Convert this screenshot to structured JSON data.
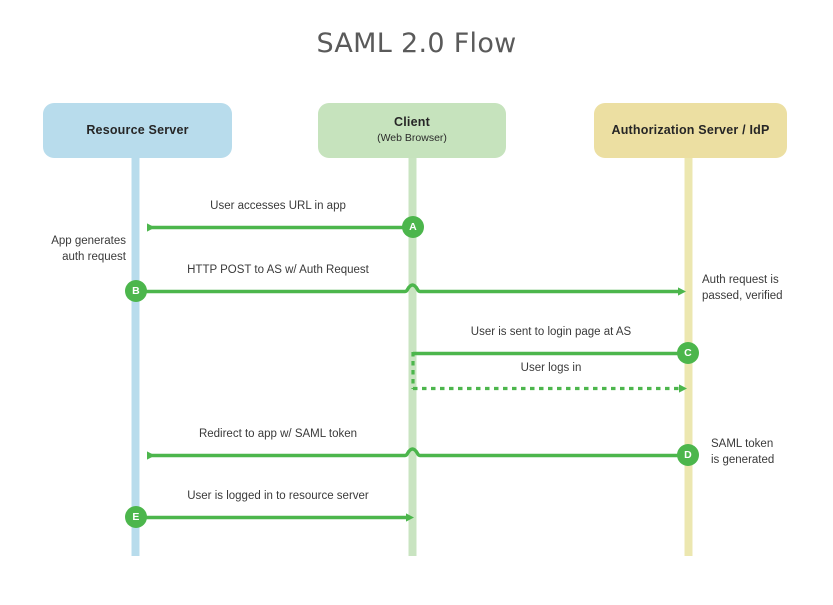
{
  "title": "SAML 2.0 Flow",
  "colors": {
    "arrow_green": "#4cb64c",
    "step_marker": "#4cb64c",
    "resource_server_fill": "#b8dcec",
    "resource_server_lifeline": "#b8dcec",
    "client_fill": "#c6e3bd",
    "client_lifeline": "#c9e4c1",
    "authorization_server_fill": "#ecdfa2",
    "authorization_server_lifeline": "#ece7b0",
    "title_text": "#5a5a5a",
    "body_text": "#3a3a3a",
    "background": "#ffffff"
  },
  "lanes": [
    {
      "id": "resource-server",
      "title": "Resource Server",
      "subtitle": ""
    },
    {
      "id": "client",
      "title": "Client",
      "subtitle": "(Web Browser)"
    },
    {
      "id": "authorization-server",
      "title": "Authorization Server / IdP",
      "subtitle": ""
    }
  ],
  "steps": [
    {
      "key": "A",
      "label": "User accesses URL in app",
      "from": "client",
      "to": "resource-server",
      "style": "solid",
      "direction": "left"
    },
    {
      "key": "B",
      "label": "HTTP POST to AS w/ Auth Request",
      "from": "resource-server",
      "to": "authorization-server",
      "style": "solid",
      "direction": "right"
    },
    {
      "key": "C",
      "label": "User is sent to login page at AS",
      "from": "authorization-server",
      "to": "client",
      "style": "solid",
      "direction": "left"
    },
    {
      "key": "",
      "label": "User logs in",
      "from": "client",
      "to": "authorization-server",
      "style": "dotted",
      "direction": "right"
    },
    {
      "key": "D",
      "label": "Redirect to app w/ SAML token",
      "from": "authorization-server",
      "to": "resource-server",
      "style": "solid",
      "direction": "left"
    },
    {
      "key": "E",
      "label": "User is logged in to resource server",
      "from": "resource-server",
      "to": "client",
      "style": "solid",
      "direction": "right"
    }
  ],
  "annotations": [
    {
      "id": "app-generates-auth-request",
      "lines": [
        "App generates",
        "auth request"
      ],
      "side": "left"
    },
    {
      "id": "auth-request-verified",
      "lines": [
        "Auth request is",
        "passed, verified"
      ],
      "side": "right"
    },
    {
      "id": "saml-token-generated",
      "lines": [
        "SAML token",
        "is generated"
      ],
      "side": "right"
    }
  ]
}
